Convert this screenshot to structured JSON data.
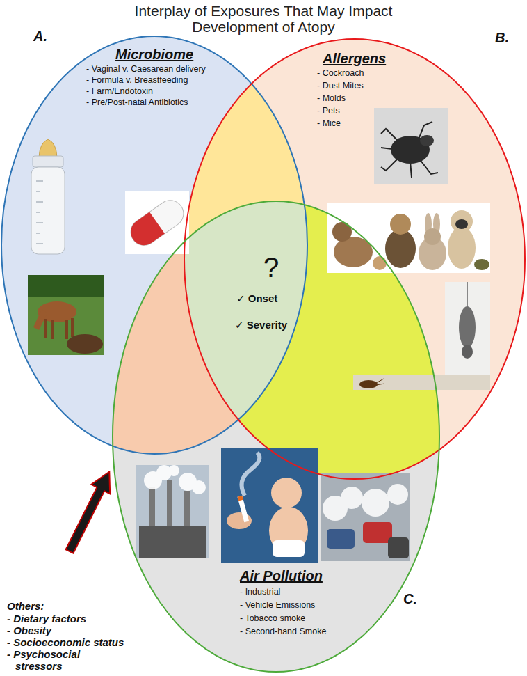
{
  "diagram": {
    "title": "Interplay of Exposures That May Impact Development of Atopy",
    "nodes": [
      {
        "text": [
          "A.",
          "Microbiome",
          "- Vaginal v. Caesarean delivery",
          "- Formula v. Breastfeeding",
          "- Farm/Endotoxin",
          "- Pre/Post-natal Antibiotics"
        ]
      },
      {
        "text": [
          "B.",
          "Allergens",
          "- Cockroach",
          "- Dust Mites",
          "- Molds",
          "- Pets",
          "- Mice"
        ]
      },
      {
        "text": [
          "C.",
          "Air Pollution",
          "- Industrial",
          "- Vehicle Emissions",
          "- Tobacco smoke",
          "- Second-hand Smoke"
        ]
      }
    ],
    "labels": [
      "?",
      "✓ Onset",
      "✓ Severity",
      "Others:",
      "- Dietary factors",
      "- Obesity",
      "- Socioeconomic status",
      "- Psychosocial stressors"
    ]
  }
}
